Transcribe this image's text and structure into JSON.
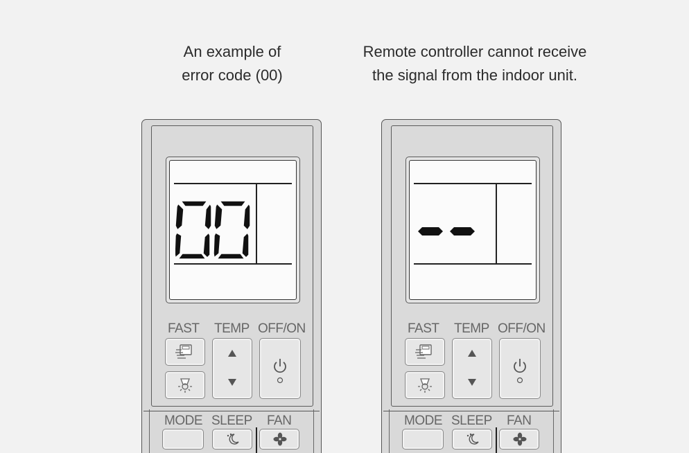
{
  "captions": {
    "left": {
      "line1": "An example of",
      "line2": "error code (00)"
    },
    "right": {
      "line1": "Remote controller cannot receive",
      "line2": "the signal from the indoor unit."
    }
  },
  "remotes": [
    {
      "id": "left",
      "display_code": "00"
    },
    {
      "id": "right",
      "display_code": "--"
    }
  ],
  "buttons": {
    "fast": "FAST",
    "temp": "TEMP",
    "offon": "OFF/ON",
    "mode": "MODE",
    "sleep": "SLEEP",
    "fan": "FAN"
  },
  "icons": {
    "fast": "fast-cool-icon",
    "light": "light-icon",
    "temp_up": "up-arrow-icon",
    "temp_down": "down-arrow-icon",
    "power": "power-icon",
    "sleep": "sleep-icon",
    "fan": "fan-icon"
  }
}
